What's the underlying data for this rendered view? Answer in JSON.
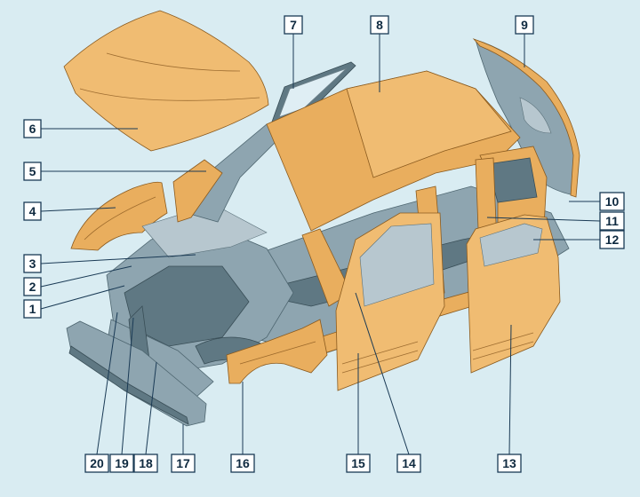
{
  "callouts": [
    {
      "id": "1",
      "text": "1"
    },
    {
      "id": "2",
      "text": "2"
    },
    {
      "id": "3",
      "text": "3"
    },
    {
      "id": "4",
      "text": "4"
    },
    {
      "id": "5",
      "text": "5"
    },
    {
      "id": "6",
      "text": "6"
    },
    {
      "id": "7",
      "text": "7"
    },
    {
      "id": "8",
      "text": "8"
    },
    {
      "id": "9",
      "text": "9"
    },
    {
      "id": "10",
      "text": "10"
    },
    {
      "id": "11",
      "text": "11"
    },
    {
      "id": "12",
      "text": "12"
    },
    {
      "id": "13",
      "text": "13"
    },
    {
      "id": "14",
      "text": "14"
    },
    {
      "id": "15",
      "text": "15"
    },
    {
      "id": "16",
      "text": "16"
    },
    {
      "id": "17",
      "text": "17"
    },
    {
      "id": "18",
      "text": "18"
    },
    {
      "id": "19",
      "text": "19"
    },
    {
      "id": "20",
      "text": "20"
    }
  ],
  "colors": {
    "background": "#d9ecf2",
    "panel_orange": "#e9ae5e",
    "steel_frame": "#8ea5b0",
    "label_border": "#1a3a55"
  }
}
